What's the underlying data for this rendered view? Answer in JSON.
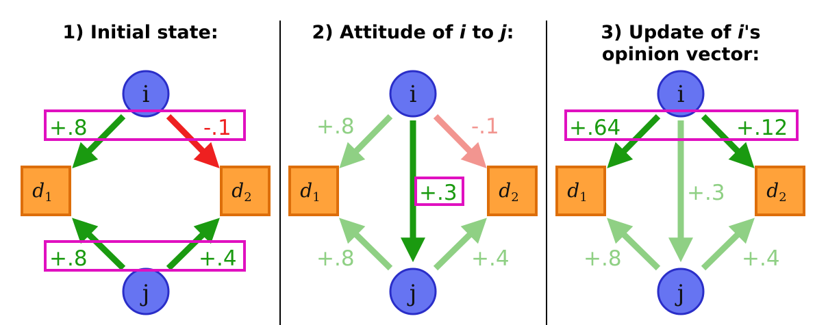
{
  "colors": {
    "positive": "#1a9a10",
    "positive_faded": "#8fd084",
    "negative": "#ee2020",
    "negative_faded": "#f29590",
    "highlight": "#e010c0",
    "node_fill": "#6674f2",
    "node_stroke": "#2a2ec8",
    "doc_fill": "#ffa23a",
    "doc_stroke": "#dd6e0a"
  },
  "panels": [
    {
      "title_lines": [
        "1) Initial state:"
      ],
      "nodes": {
        "i": "i",
        "j": "j",
        "d1": "d",
        "d1_sub": "1",
        "d2": "d",
        "d2_sub": "2"
      },
      "weights": {
        "i_d1": "+.8",
        "i_d2": "-.1",
        "j_d1": "+.8",
        "j_d2": "+.4"
      }
    },
    {
      "title_prefix": "2) Attitude of ",
      "title_i": "i",
      "title_mid": " to ",
      "title_j": "j",
      "title_suffix": ":",
      "nodes": {
        "i": "i",
        "j": "j",
        "d1": "d",
        "d1_sub": "1",
        "d2": "d",
        "d2_sub": "2"
      },
      "weights": {
        "i_d1": "+.8",
        "i_d2": "-.1",
        "j_d1": "+.8",
        "j_d2": "+.4",
        "i_j": "+.3"
      }
    },
    {
      "title_line1_prefix": "3) Update of ",
      "title_line1_i": "i",
      "title_line1_suffix": "'s",
      "title_line2": "opinion vector:",
      "nodes": {
        "i": "i",
        "j": "j",
        "d1": "d",
        "d1_sub": "1",
        "d2": "d",
        "d2_sub": "2"
      },
      "weights": {
        "i_d1": "+.64",
        "i_d2": "+.12",
        "j_d1": "+.8",
        "j_d2": "+.4",
        "i_j": "+.3"
      }
    }
  ]
}
